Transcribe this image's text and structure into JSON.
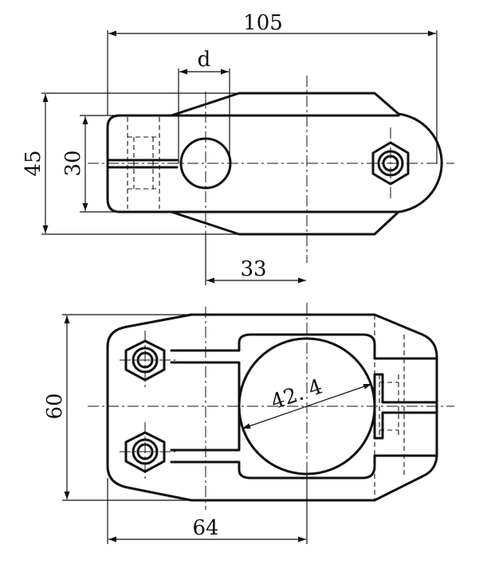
{
  "top_view": {
    "dims": {
      "overall_length": "105",
      "bore": "d",
      "height": "45",
      "slot_height": "30",
      "bore_offset": "33"
    }
  },
  "bottom_view": {
    "dims": {
      "width": "60",
      "bore_diameter": "42. 4",
      "length": "64"
    }
  }
}
